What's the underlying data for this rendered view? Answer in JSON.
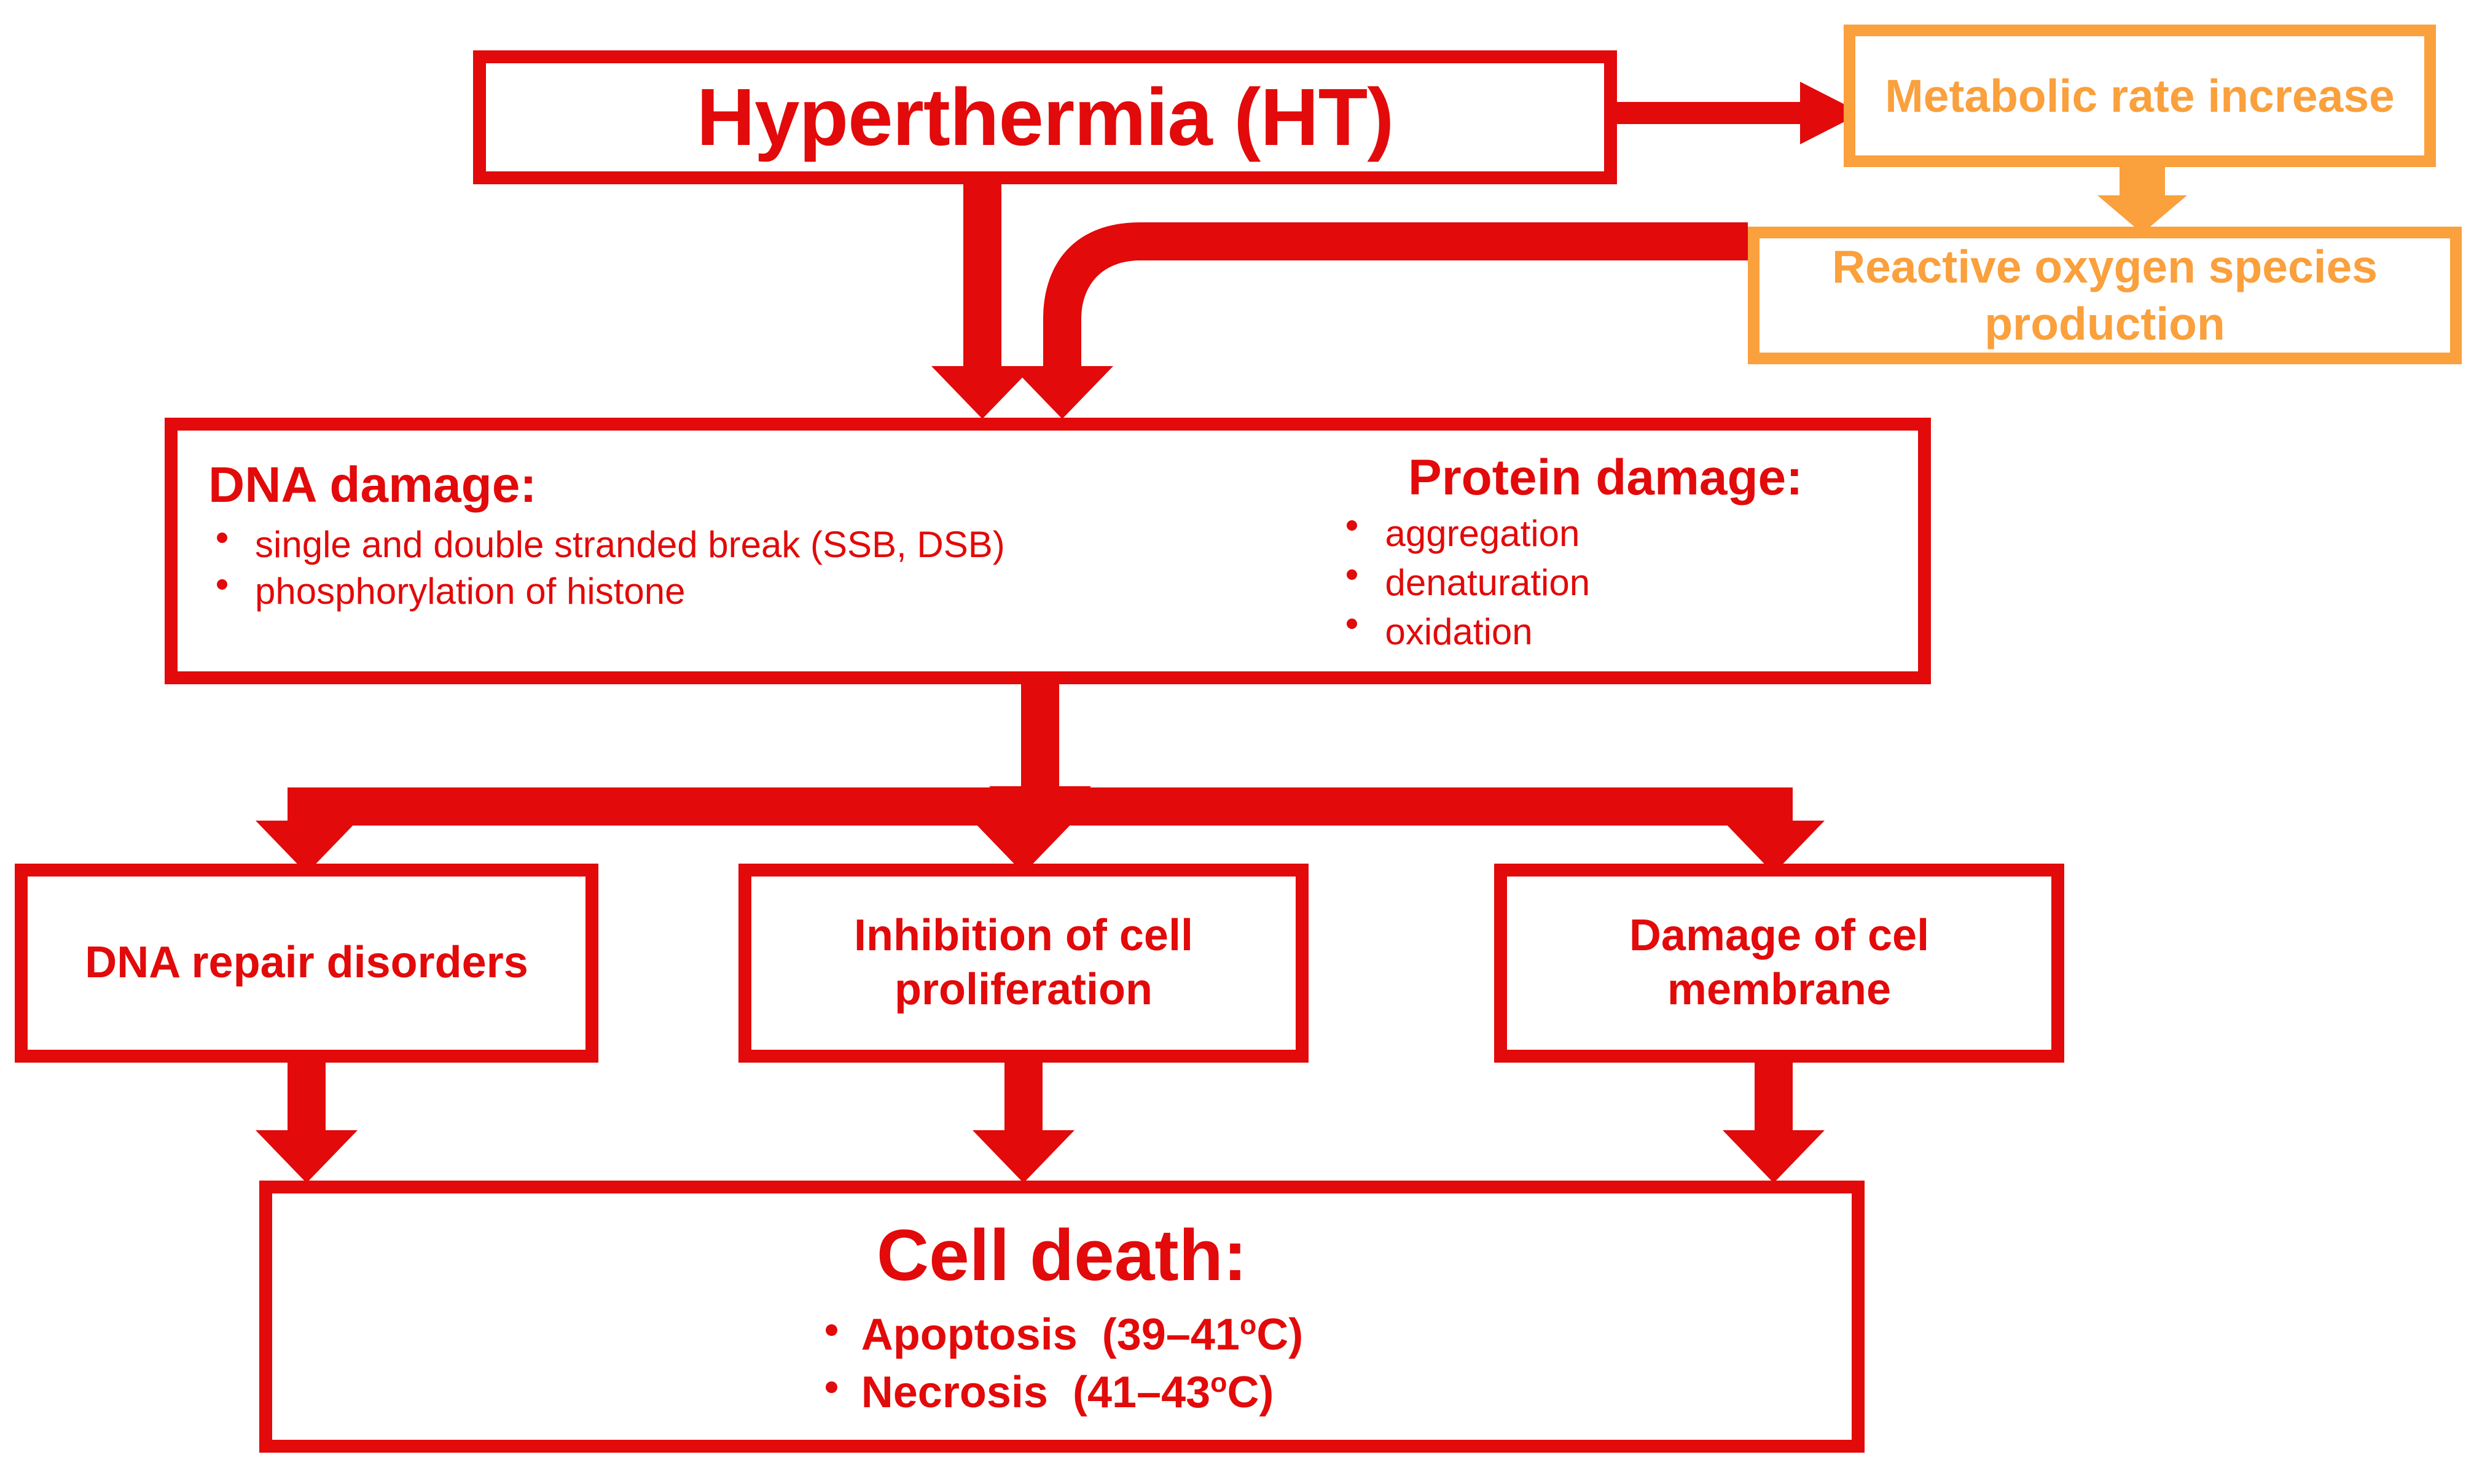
{
  "diagram": {
    "title": "Hyperthermia (HT) cellular effect cascade",
    "colors": {
      "red": "#E20A0A",
      "orange": "#FAA03C",
      "background": "#FFFFFF"
    }
  },
  "nodes": {
    "hyperthermia": {
      "label": "Hyperthermia (HT)"
    },
    "metabolic_rate": {
      "label": "Metabolic rate increase"
    },
    "ros": {
      "label": "Reactive oxygen species production"
    },
    "dna_damage": {
      "heading": "DNA damage:",
      "items": [
        "single and double stranded break (SSB, DSB)",
        "phosphorylation of histone"
      ]
    },
    "protein_damage": {
      "heading": "Protein damage:",
      "items": [
        "aggregation",
        "denaturation",
        "oxidation"
      ]
    },
    "dna_repair_disorders": {
      "label": "DNA repair disorders"
    },
    "inhibition_proliferation": {
      "label": "Inhibition of cell proliferation"
    },
    "membrane_damage": {
      "label": "Damage of cel membrane"
    },
    "cell_death": {
      "heading": "Cell death:",
      "items": [
        {
          "name": "Apoptosis",
          "range": "(39–41",
          "unit": "o",
          "tail": "C)"
        },
        {
          "name": "Necrosis",
          "range": "(41–43",
          "unit": "o",
          "tail": "C)"
        }
      ],
      "item_labels": [
        "Apoptosis (39–41°C)",
        "Necrosis (41–43°C)"
      ]
    }
  },
  "edges": [
    {
      "from": "hyperthermia",
      "to": "metabolic_rate",
      "color": "#E20A0A",
      "direction": "right"
    },
    {
      "from": "metabolic_rate",
      "to": "ros",
      "color": "#FAA03C",
      "direction": "down"
    },
    {
      "from": "hyperthermia",
      "to": "dna_damage",
      "color": "#E20A0A",
      "direction": "down"
    },
    {
      "from": "ros",
      "to": "dna_damage",
      "color": "#E20A0A",
      "direction": "left-down"
    },
    {
      "from": "dna_damage",
      "to": "dna_repair_disorders",
      "color": "#E20A0A",
      "direction": "down"
    },
    {
      "from": "dna_damage",
      "to": "inhibition_proliferation",
      "color": "#E20A0A",
      "direction": "down"
    },
    {
      "from": "dna_damage",
      "to": "membrane_damage",
      "color": "#E20A0A",
      "direction": "down"
    },
    {
      "from": "dna_repair_disorders",
      "to": "cell_death",
      "color": "#E20A0A",
      "direction": "down"
    },
    {
      "from": "inhibition_proliferation",
      "to": "cell_death",
      "color": "#E20A0A",
      "direction": "down"
    },
    {
      "from": "membrane_damage",
      "to": "cell_death",
      "color": "#E20A0A",
      "direction": "down"
    }
  ]
}
